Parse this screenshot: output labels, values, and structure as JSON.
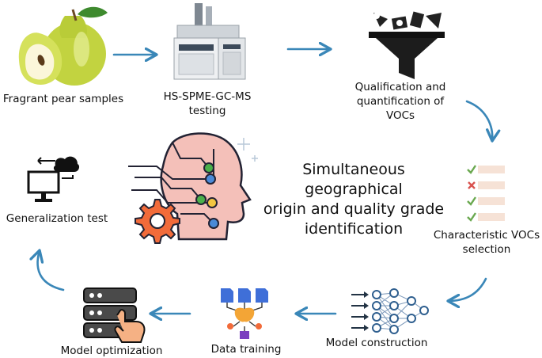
{
  "steps": {
    "pear": "Fragrant pear samples",
    "gcms_line1": "HS-SPME-GC-MS",
    "gcms_line2": "testing",
    "qual_line1": "Qualification and",
    "qual_line2": "quantification of",
    "qual_line3": "VOCs",
    "select_line1": "Characteristic VOCs",
    "select_line2": "selection",
    "construct": "Model construction",
    "train": "Data training",
    "optimize": "Model optimization",
    "generalize": "Generalization test"
  },
  "center": {
    "line1": "Simultaneous geographical",
    "line2": "origin and quality grade",
    "line3": "identification"
  },
  "colors": {
    "arrow": "#3a87b8",
    "pear": "#c9d94a",
    "head": "#f4c0b9",
    "gear": "#f26b3a"
  }
}
